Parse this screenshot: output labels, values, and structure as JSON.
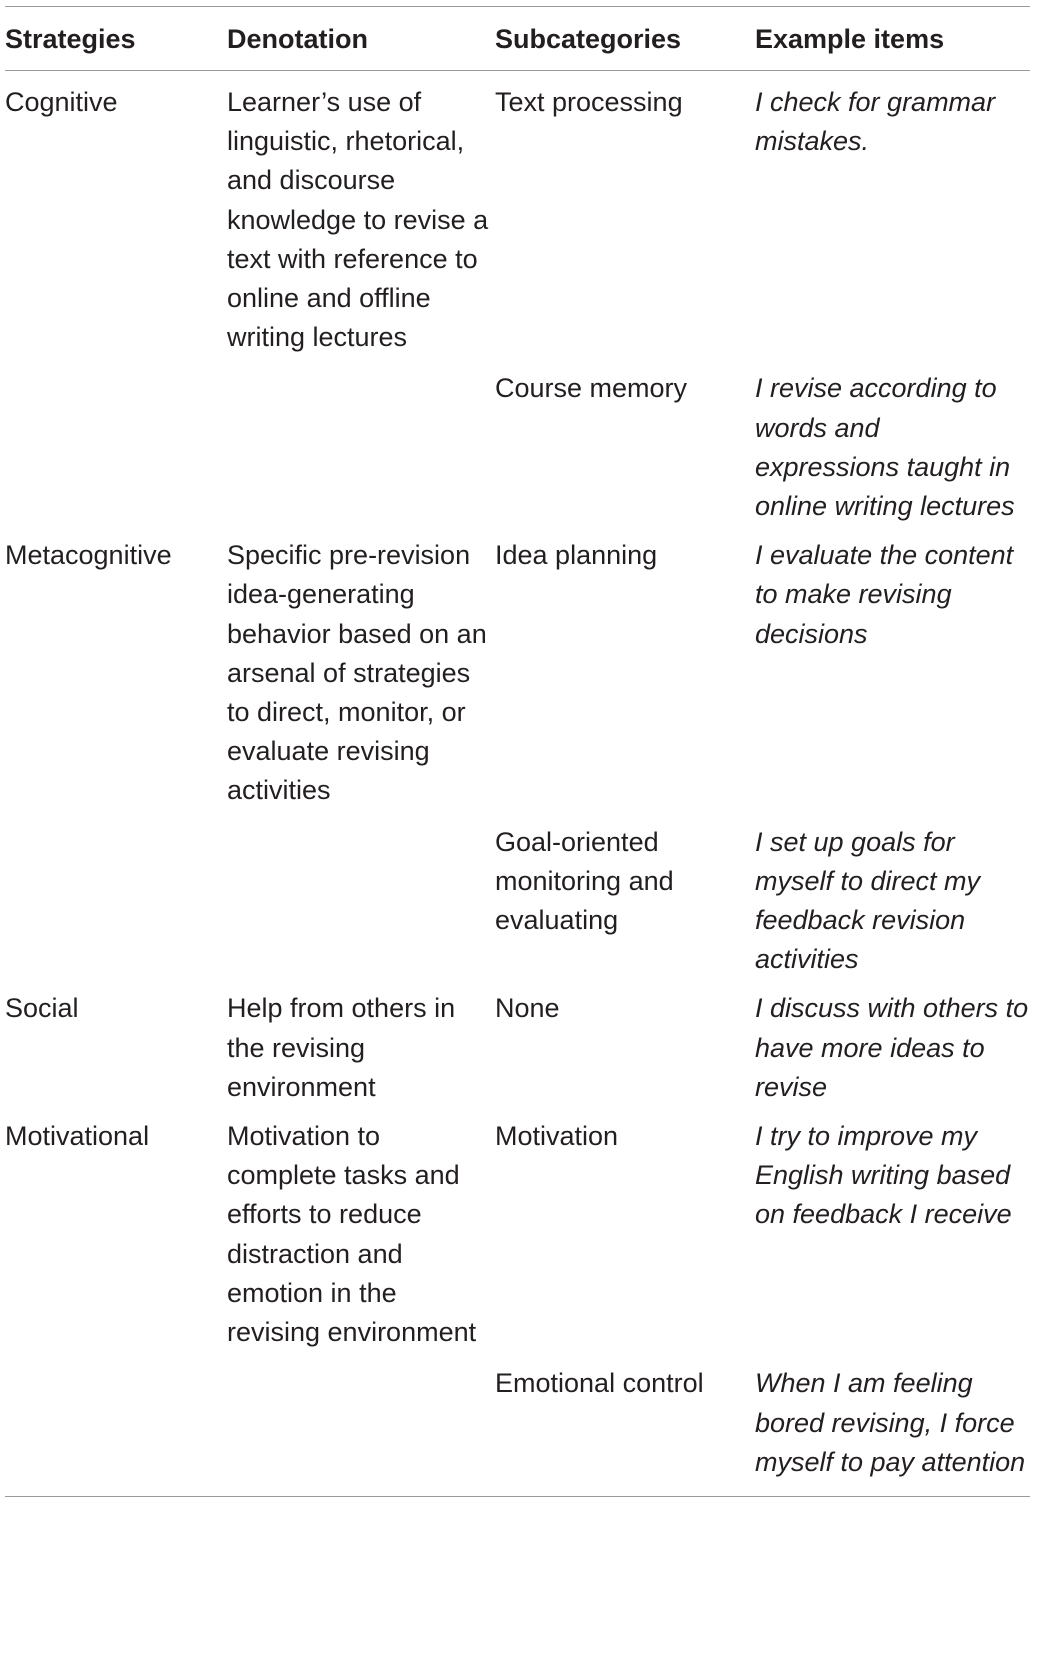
{
  "headers": {
    "strategies": "Strategies",
    "denotation": "Denotation",
    "subcategories": "Subcategories",
    "example_items": "Example items"
  },
  "rows": [
    {
      "strategy": "Cognitive",
      "denotation": "Learner’s use of linguistic, rhetorical, and discourse knowledge to revise a text with reference to online and offline writing lectures",
      "subcategory": "Text processing",
      "example": "I check for grammar mistakes."
    },
    {
      "strategy": "",
      "denotation": "",
      "subcategory": "Course memory",
      "example": "I revise according to words and expressions taught in online writing lectures"
    },
    {
      "strategy": "Metacognitive",
      "denotation": "Specific pre-revision idea-generating behavior based on an arsenal of strategies to direct, monitor, or evaluate revising activities",
      "subcategory": "Idea planning",
      "example": "I evaluate the content to make revising decisions"
    },
    {
      "strategy": "",
      "denotation": "",
      "subcategory": "Goal-oriented monitoring and evaluating",
      "example": "I set up goals for myself to direct my feedback revision activities"
    },
    {
      "strategy": "Social",
      "denotation": "Help from others in the revising environment",
      "subcategory": "None",
      "example": "I discuss with others to have more ideas to revise"
    },
    {
      "strategy": "Motivational",
      "denotation": "Motivation to complete tasks and efforts to reduce distraction and emotion in the revising environment",
      "subcategory": "Motivation",
      "example": "I try to improve my English writing based on feedback I receive"
    },
    {
      "strategy": "",
      "denotation": "",
      "subcategory": "Emotional control",
      "example": "When I am feeling bored revising, I force myself to pay attention"
    }
  ]
}
